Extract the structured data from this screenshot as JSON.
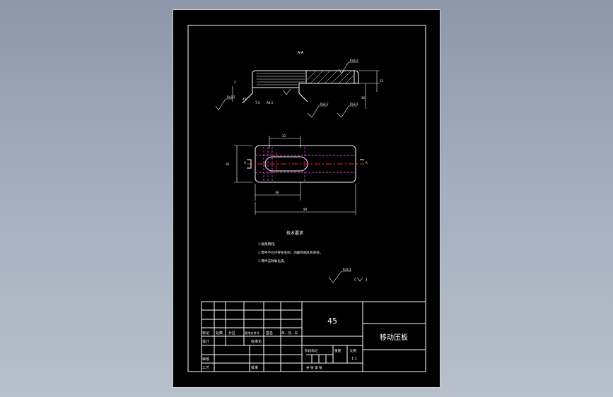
{
  "material": "45",
  "part_name": "移动压板",
  "scale": "1:1",
  "section_label": "A-A",
  "roughness_value": "Ra3.2",
  "tech_requirements": {
    "title": "技术要求",
    "items": [
      "1.锐角倒钝。",
      "2.零件不允许存在毛刺、内部的缩孔和夹砂。",
      "3.零件去除氧化皮。"
    ]
  },
  "title_block": {
    "row_labels": [
      "标记",
      "处数",
      "分区",
      "更改文件号",
      "签名",
      "年、月、日"
    ],
    "design": "设计",
    "standardize": "标准化",
    "review": "审核",
    "process": "工艺",
    "approve": "批准",
    "stage_mark": "阶段标记",
    "weight": "重量",
    "scale_label": "比例",
    "sheets": "共   张   第   张"
  }
}
